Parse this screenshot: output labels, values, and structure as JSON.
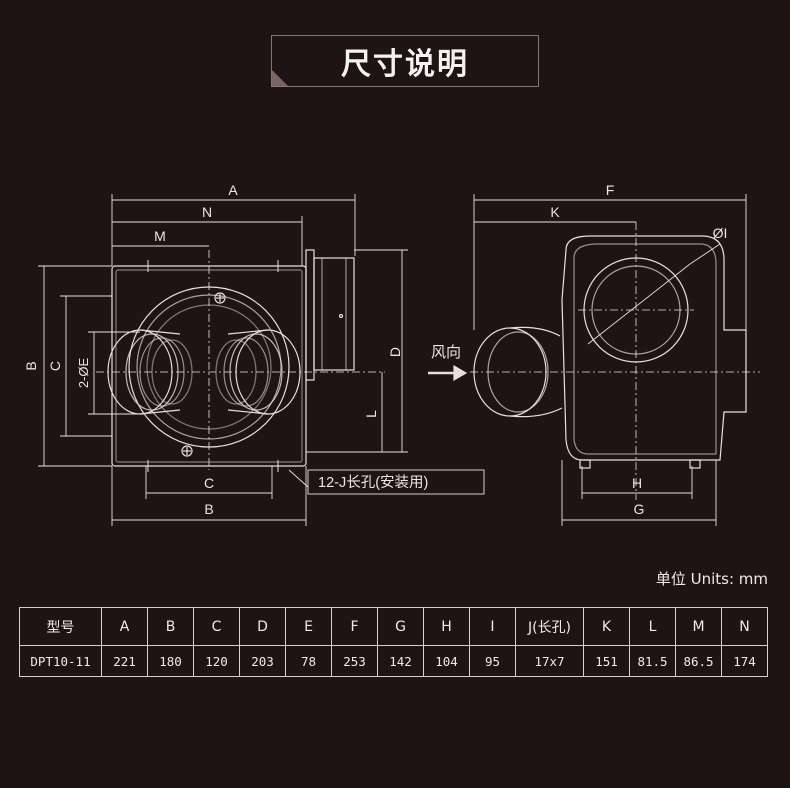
{
  "title": "尺寸说明",
  "unit_label": "单位 Units: mm",
  "front_view": {
    "labels": {
      "A": "A",
      "N": "N",
      "M": "M",
      "B": "B",
      "C": "C",
      "E": "2-ØE",
      "D": "D",
      "L": "L",
      "C_bottom": "C",
      "B_bottom": "B"
    },
    "slot_note": "12-J长孔(安装用)"
  },
  "side_view": {
    "labels": {
      "F": "F",
      "K": "K",
      "I": "ØI",
      "H": "H",
      "G": "G"
    },
    "airflow": "风向"
  },
  "table": {
    "headers": [
      "型号",
      "A",
      "B",
      "C",
      "D",
      "E",
      "F",
      "G",
      "H",
      "I",
      "J(长孔)",
      "K",
      "L",
      "M",
      "N"
    ],
    "rows": [
      [
        "DPT10-11",
        "221",
        "180",
        "120",
        "203",
        "78",
        "253",
        "142",
        "104",
        "95",
        "17x7",
        "151",
        "81.5",
        "86.5",
        "174"
      ]
    ]
  },
  "colors": {
    "background": "#1f1415",
    "line": "#e8e0e0"
  }
}
